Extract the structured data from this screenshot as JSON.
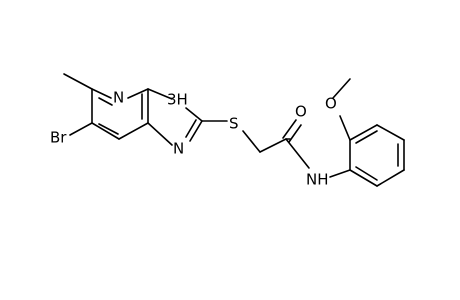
{
  "atoms": {
    "n_pyridine": "N",
    "nh_imidazole": "3H",
    "n_imidazole": "N",
    "s_thioether": "S",
    "o_carbonyl": "O",
    "o_methoxy": "O",
    "nh_amide": "NH",
    "br": "Br"
  },
  "colors": {
    "bond": "#000000",
    "label": "#000000",
    "background": "#ffffff"
  }
}
